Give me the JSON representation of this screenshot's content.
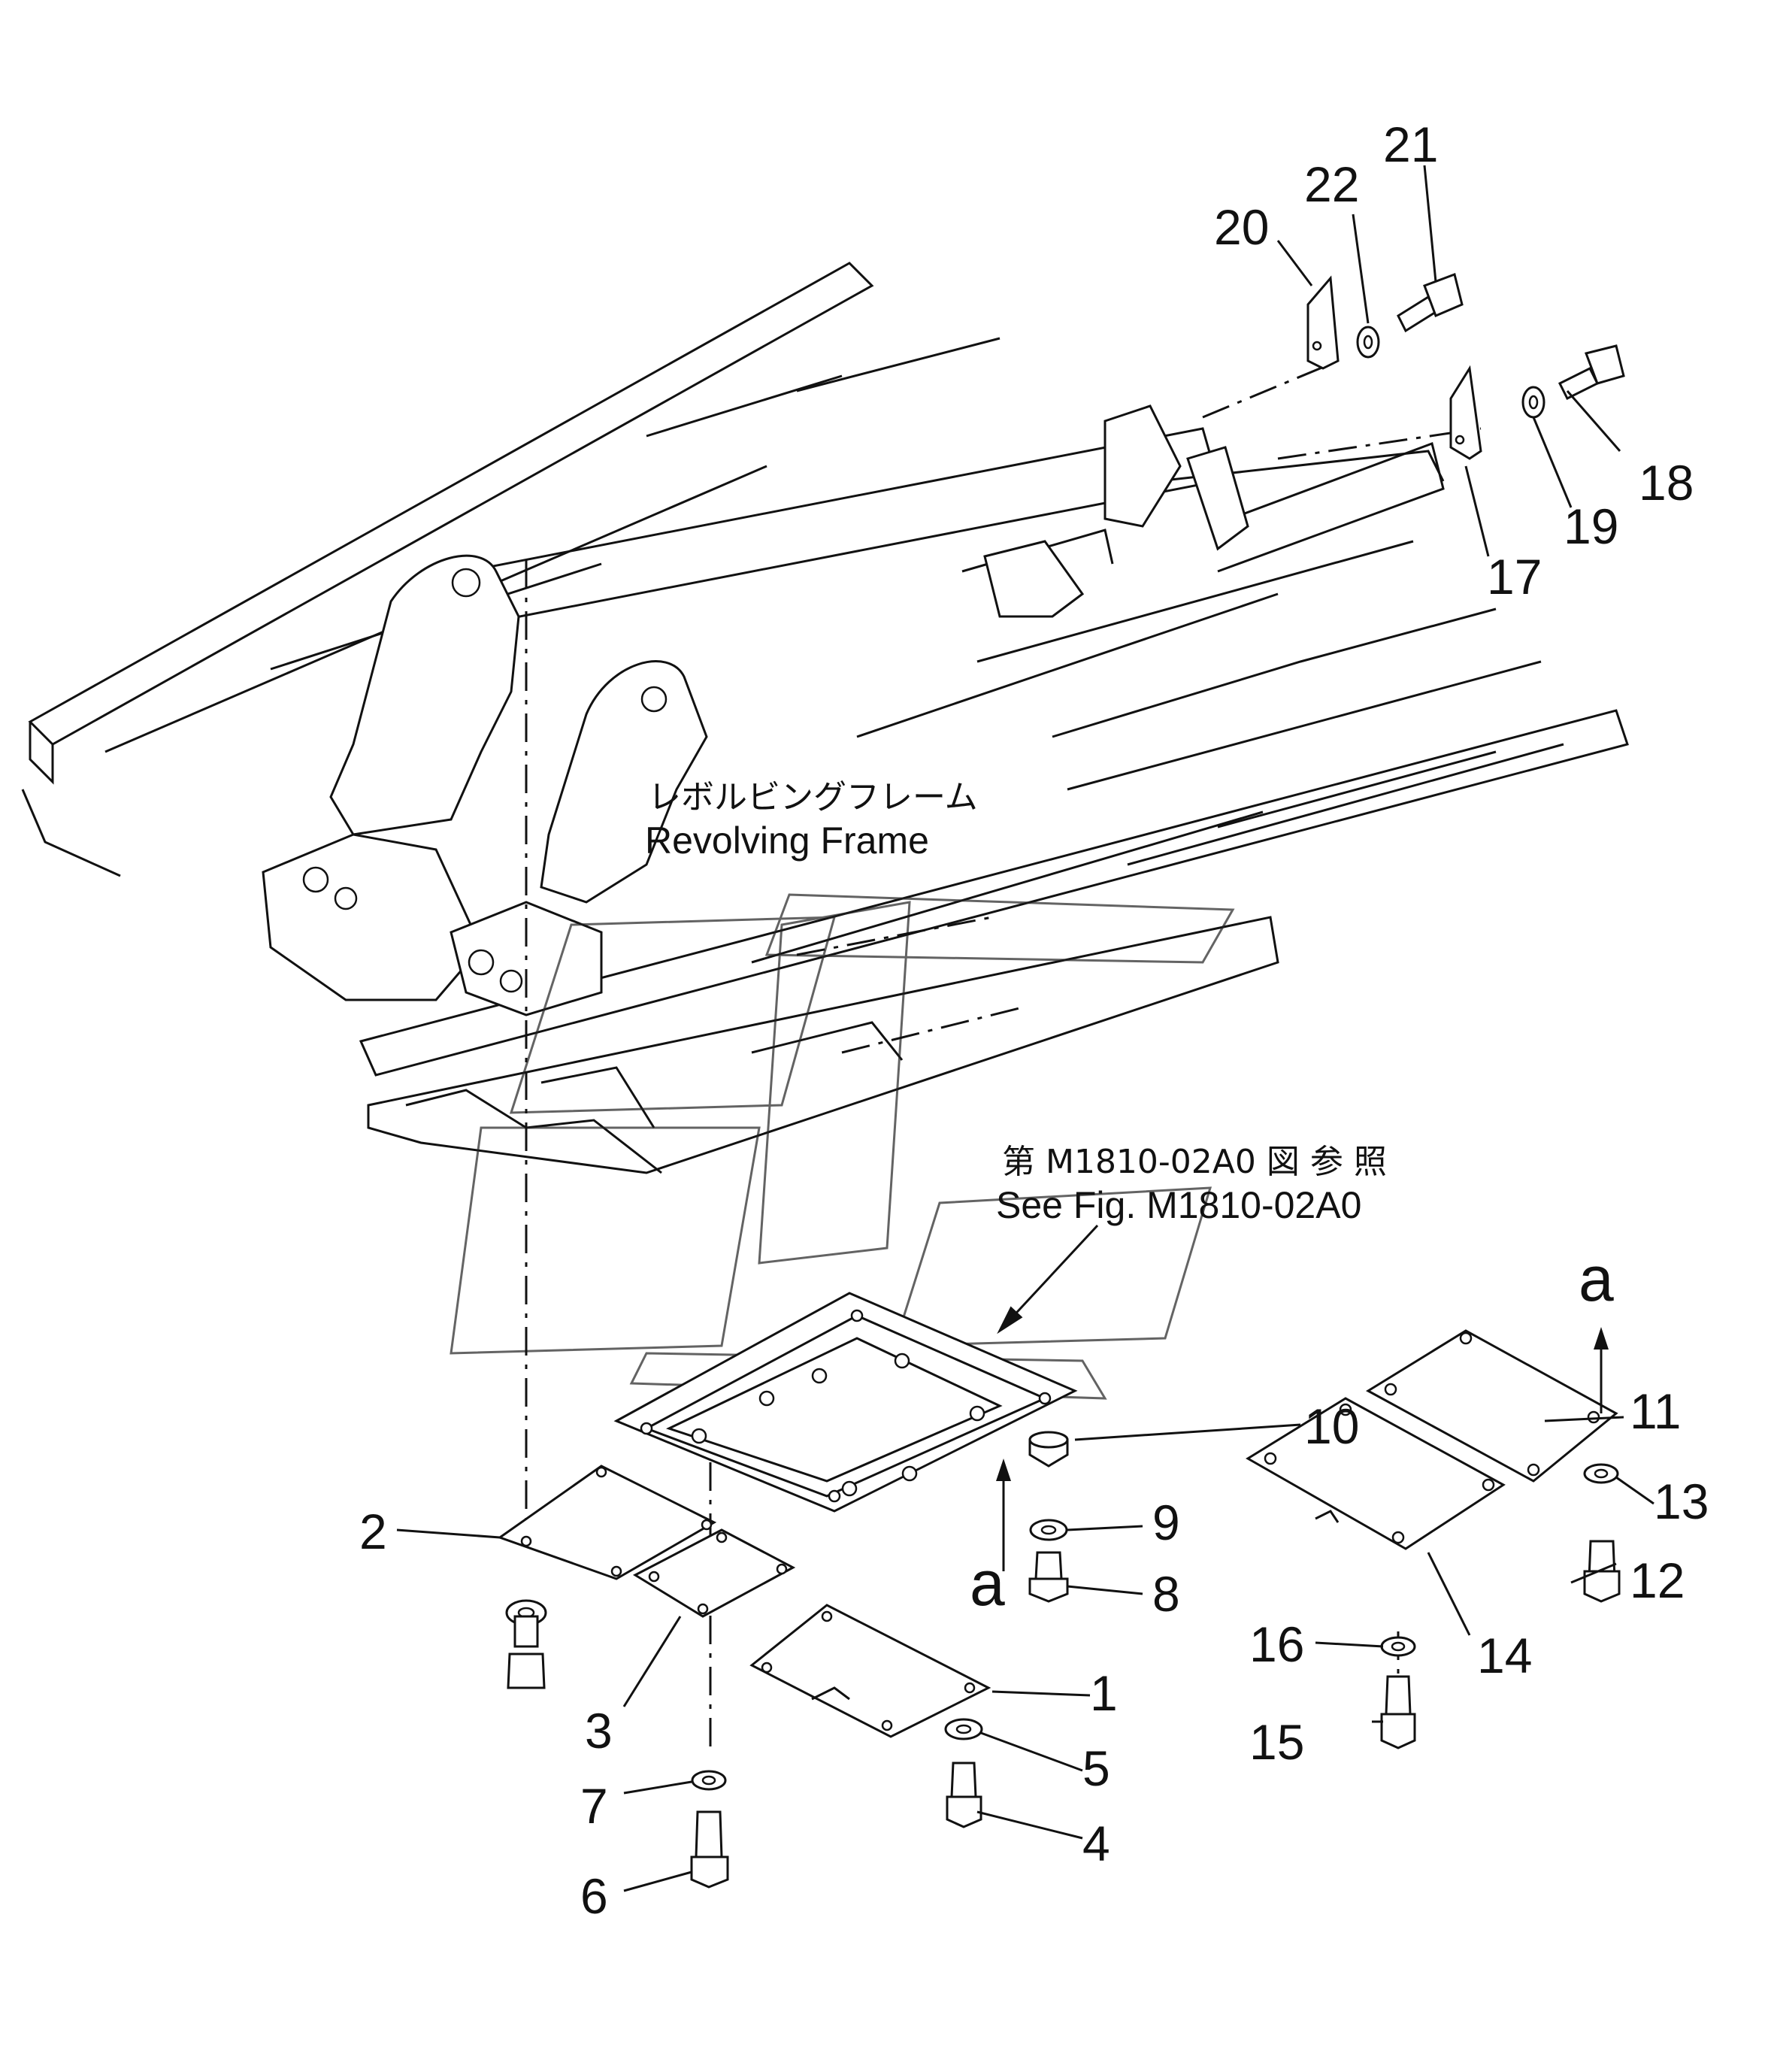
{
  "labels": {
    "revolving_frame_jp": "レボルビングフレーム",
    "revolving_frame_en": "Revolving Frame",
    "see_fig_jp": "第 M1810-02A0 図 参 照",
    "see_fig_en": "See Fig. M1810-02A0",
    "view_a_top": "a",
    "view_a_bottom": "a"
  },
  "callouts": {
    "c1": "1",
    "c2": "2",
    "c3": "3",
    "c4": "4",
    "c5": "5",
    "c6": "6",
    "c7": "7",
    "c8": "8",
    "c9": "9",
    "c10": "10",
    "c11": "11",
    "c12": "12",
    "c13": "13",
    "c14": "14",
    "c15": "15",
    "c16": "16",
    "c17": "17",
    "c18": "18",
    "c19": "19",
    "c20": "20",
    "c21": "21",
    "c22": "22"
  }
}
